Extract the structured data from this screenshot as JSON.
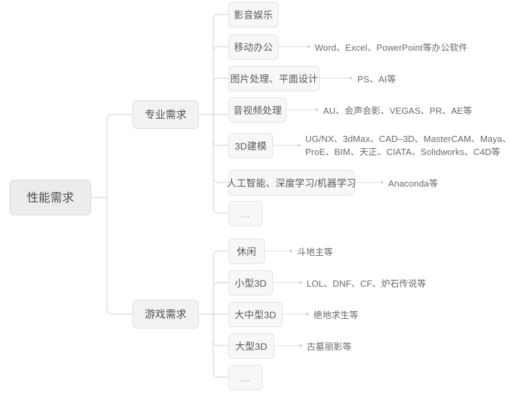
{
  "diagram": {
    "type": "mind-map",
    "title": "性能需求",
    "orientation": "left-to-right",
    "colors": {
      "node_fill": "#f7f7f7",
      "root_fill": "#ececec",
      "branch_fill": "#f2f2f2",
      "node_border": "#e2e2e2",
      "link_stroke": "#d5d5d5",
      "text": "#5a5a5a",
      "annotation_text": "#6a6a6a",
      "background": "#ffffff"
    },
    "root": {
      "label": "性能需求"
    },
    "branches": [
      {
        "id": "professional",
        "label": "专业需求",
        "children": [
          {
            "id": "av-entertainment",
            "label": "影音娱乐",
            "note": ""
          },
          {
            "id": "mobile-office",
            "label": "移动办公",
            "note": "Word、Excel、PowerPoint等办公软件"
          },
          {
            "id": "image-design",
            "label": "图片处理、平面设计",
            "note": "PS、AI等"
          },
          {
            "id": "av-processing",
            "label": "音视频处理",
            "note": "AU、会声会影、VEGAS、PR、AE等"
          },
          {
            "id": "modeling-3d",
            "label": "3D建模",
            "note": "UG/NX、3dMax、CAD–3D、MasterCAM、Maya、\nProE、BIM、天正、CIATA、Solidworks、C4D等"
          },
          {
            "id": "ai-deep-learning",
            "label": "人工智能、深度学习/机器学习",
            "note": "Anaconda等"
          },
          {
            "id": "professional-more",
            "label": "...",
            "note": ""
          }
        ]
      },
      {
        "id": "gaming",
        "label": "游戏需求",
        "children": [
          {
            "id": "casual",
            "label": "休闲",
            "note": "斗地主等"
          },
          {
            "id": "small-3d",
            "label": "小型3D",
            "note": "LOL、DNF、CF、炉石传说等"
          },
          {
            "id": "medium-large-3d",
            "label": "大中型3D",
            "note": "绝地求生等"
          },
          {
            "id": "large-3d",
            "label": "大型3D",
            "note": "古墓丽影等"
          },
          {
            "id": "gaming-more",
            "label": "...",
            "note": ""
          }
        ]
      }
    ]
  }
}
